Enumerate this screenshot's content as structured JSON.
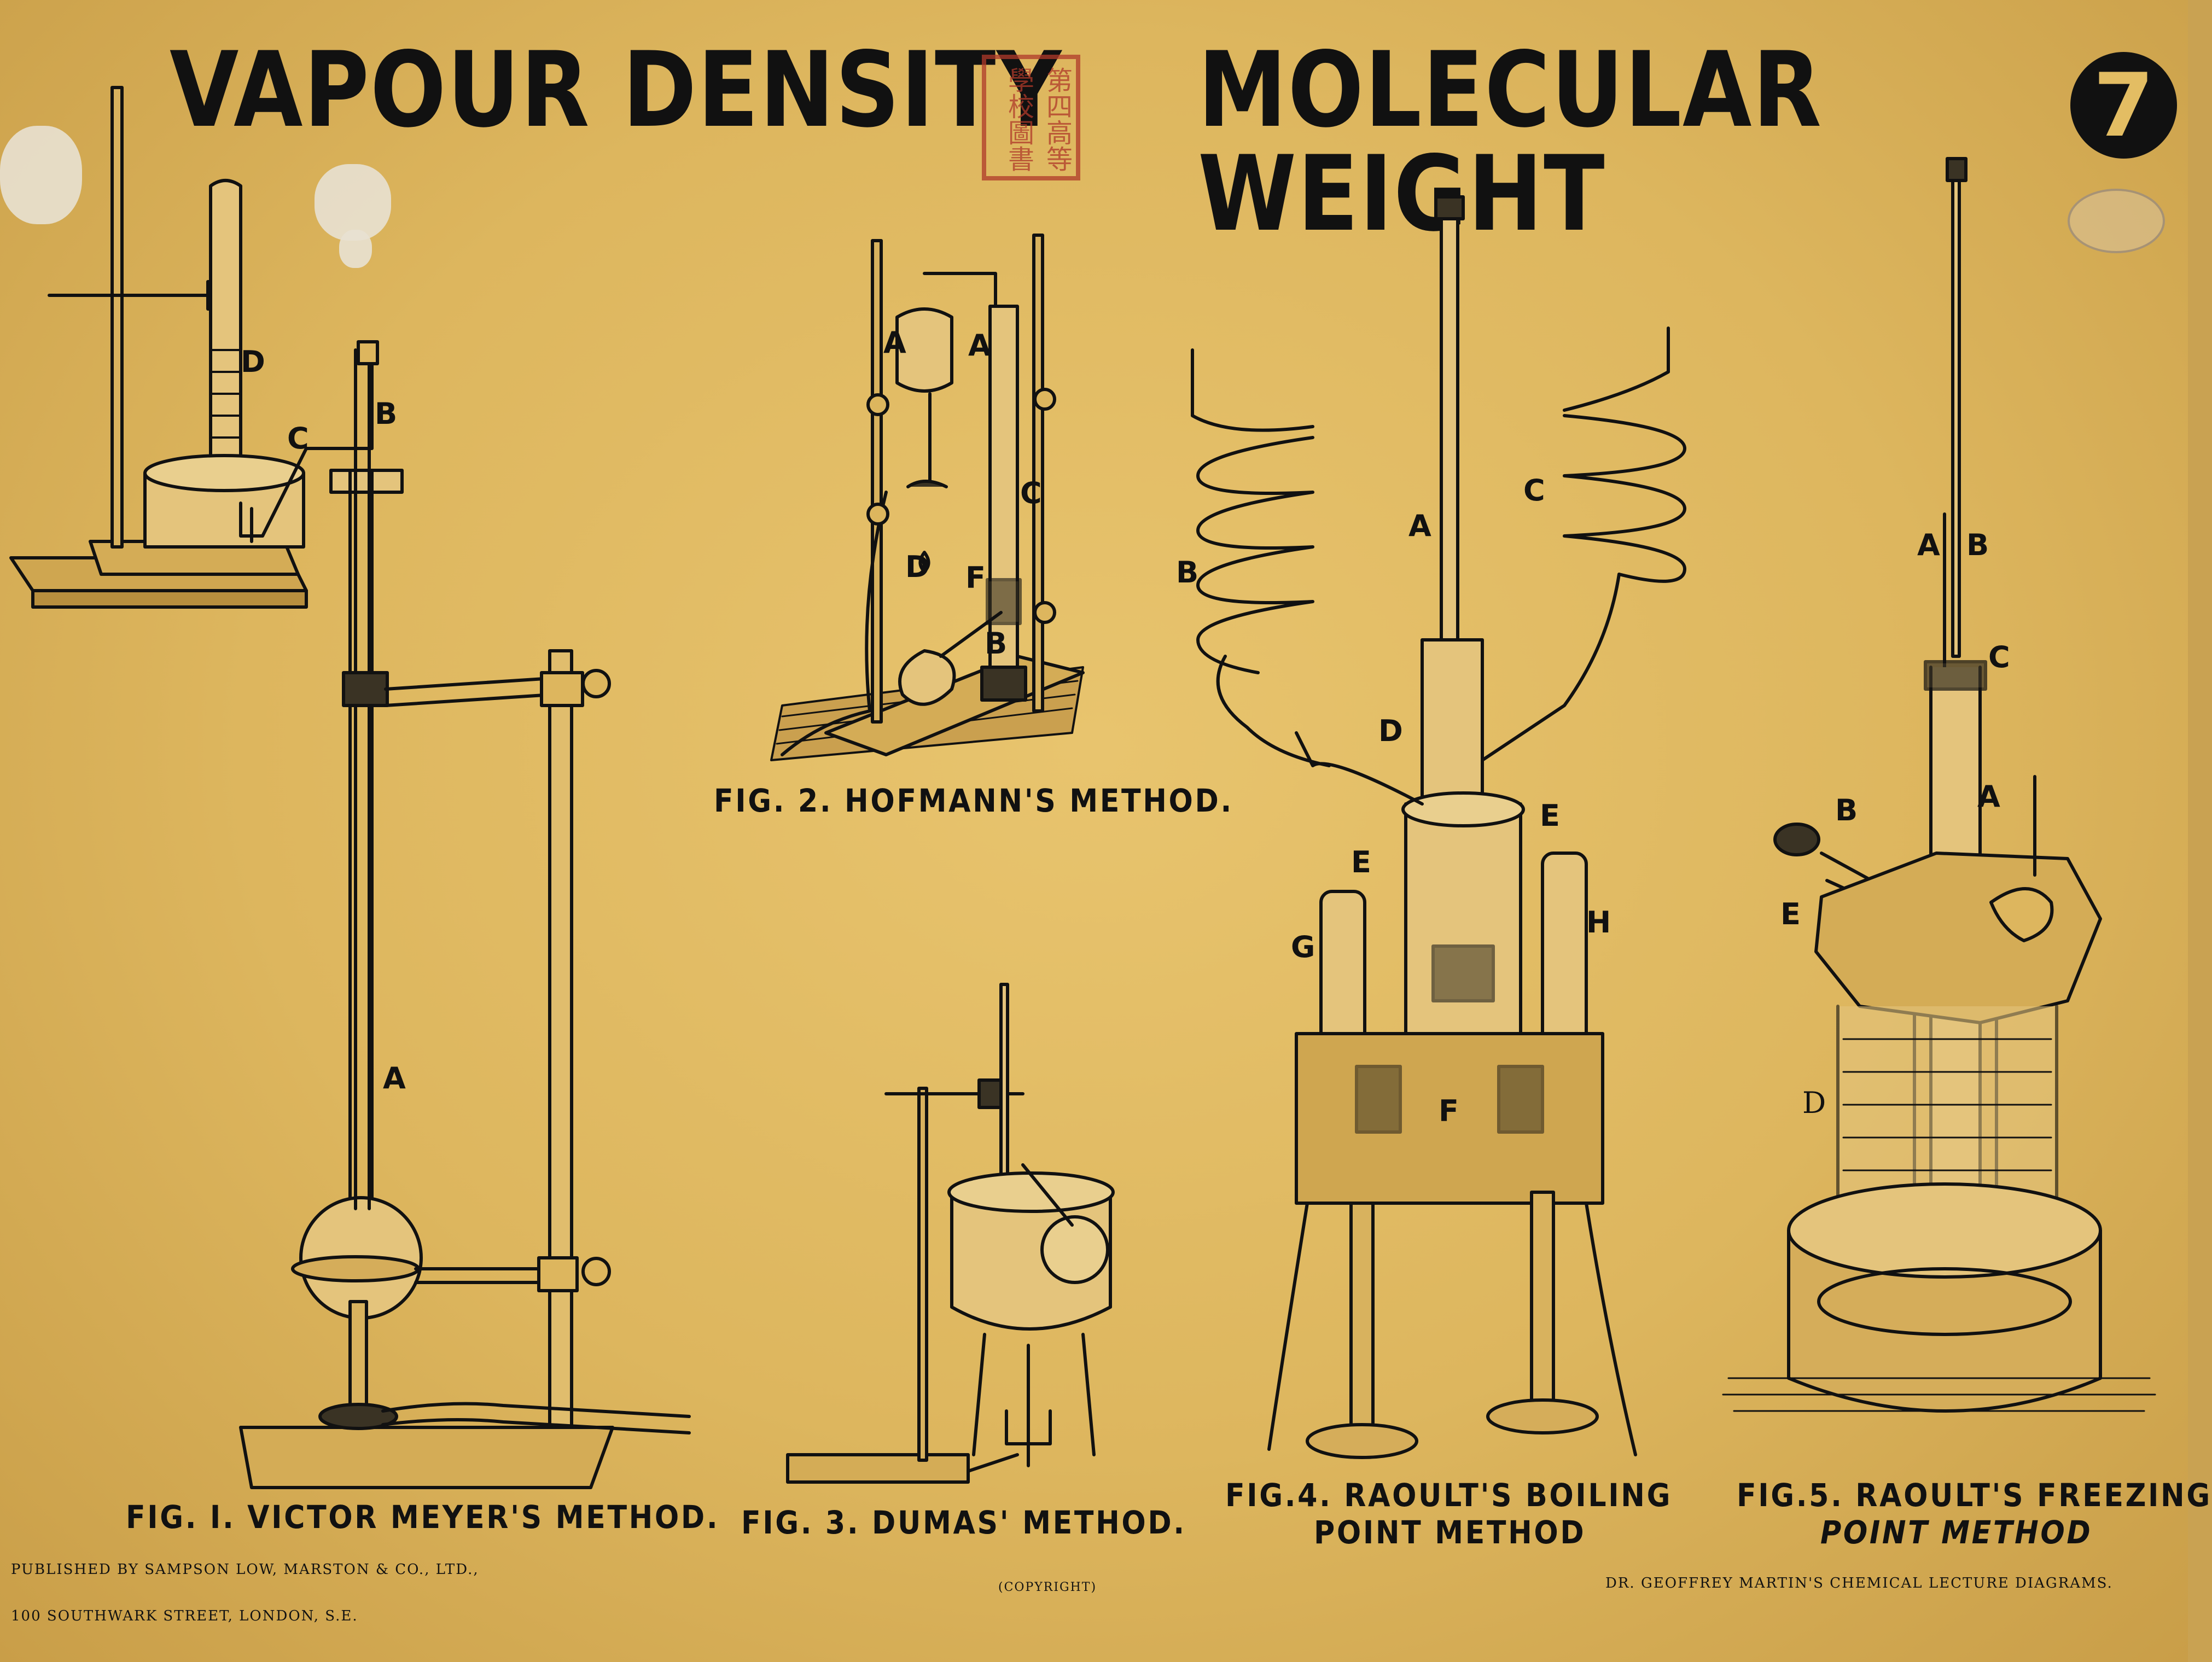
{
  "poster": {
    "title_left": "VAPOUR DENSITY",
    "title_right": "MOLECULAR WEIGHT",
    "number": "7",
    "seal_text": "第四高等學校圖書",
    "figures": [
      {
        "caption": "FIG. I.  VICTOR MEYER'S METHOD.",
        "labels": [
          "D",
          "C",
          "B",
          "A"
        ]
      },
      {
        "caption": "FIG. 2.  HOFMANN'S  METHOD.",
        "labels": [
          "A",
          "A",
          "C",
          "D",
          "F",
          "B"
        ]
      },
      {
        "caption": "FIG. 3.  DUMAS'  METHOD."
      },
      {
        "caption_line1": "FIG.4. RAOULT'S BOILING",
        "caption_line2": "POINT METHOD",
        "labels": [
          "A",
          "B",
          "C",
          "D",
          "E",
          "E",
          "G",
          "H",
          "F"
        ]
      },
      {
        "caption_line1": "FIG.5. RAOULT'S FREEZING",
        "caption_line2": "POINT METHOD",
        "labels": [
          "A",
          "B",
          "C",
          "B",
          "A",
          "E",
          "D"
        ]
      }
    ],
    "footer": {
      "publisher_line1": "PUBLISHED BY SAMPSON LOW, MARSTON & CO., LTD.,",
      "publisher_line2": "100 SOUTHWARK STREET, LONDON, S.E.",
      "copyright": "(COPYRIGHT)",
      "series": "DR. GEOFFREY MARTIN'S CHEMICAL LECTURE DIAGRAMS."
    },
    "colors": {
      "paper": "#ddb65e",
      "ink": "#111111",
      "seal": "#b03a2a"
    }
  }
}
